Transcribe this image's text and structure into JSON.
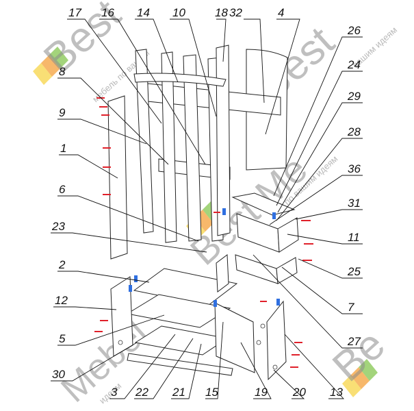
{
  "diagram": {
    "callouts": [
      "17",
      "16",
      "14",
      "10",
      "18",
      "32",
      "4",
      "8",
      "9",
      "1",
      "6",
      "23",
      "2",
      "12",
      "5",
      "30",
      "3",
      "22",
      "21",
      "15",
      "19",
      "20",
      "13",
      "26",
      "24",
      "29",
      "28",
      "36",
      "31",
      "11",
      "25",
      "7",
      "27"
    ]
  },
  "watermark": {
    "brand": "Best Mebel",
    "tagline": "мебель по вашим идеям",
    "colors": [
      "#f6d23a",
      "#f39a2c",
      "#7cc243"
    ]
  }
}
